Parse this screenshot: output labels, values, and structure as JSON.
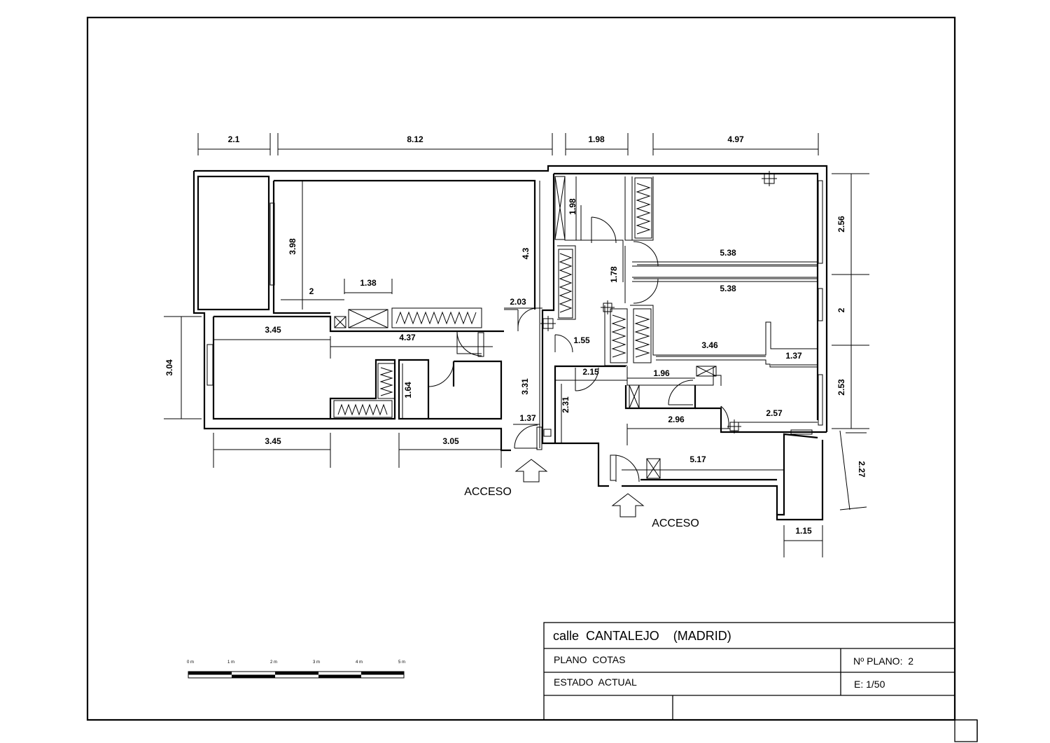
{
  "dimensions": {
    "top_1": "2.1",
    "top_2": "8.12",
    "top_3": "1.98",
    "top_4": "4.97",
    "d_398": "3.98",
    "d_43": "4.3",
    "d_2": "2",
    "d_138": "1.38",
    "d_203": "2.03",
    "d_345a": "3.45",
    "d_437": "4.37",
    "d_304": "3.04",
    "d_164": "1.64",
    "d_331": "3.31",
    "d_137a": "1.37",
    "d_345b": "3.45",
    "d_305": "3.05",
    "d_198v": "1.98",
    "d_178": "1.78",
    "d_538a": "5.38",
    "d_538b": "5.38",
    "d_155": "1.55",
    "d_215": "2.15",
    "d_231": "2.31",
    "d_346": "3.46",
    "d_137b": "1.37",
    "d_196": "1.96",
    "d_296": "2.96",
    "d_257": "2.57",
    "d_517": "5.17",
    "d_115": "1.15",
    "r_256": "2.56",
    "r_2": "2",
    "r_253": "2.53",
    "r_227": "2.27"
  },
  "labels": {
    "acceso_1": "ACCESO",
    "acceso_2": "ACCESO"
  },
  "scale_bar": {
    "ticks": [
      "0 m",
      "1 m",
      "2 m",
      "3 m",
      "4 m",
      "5 m"
    ]
  },
  "title_block": {
    "address": "calle  CANTALEJO    (MADRID)",
    "plan_type": "PLANO  COTAS",
    "plan_number": "Nº PLANO:  2",
    "state": "ESTADO  ACTUAL",
    "scale": "E: 1/50"
  }
}
